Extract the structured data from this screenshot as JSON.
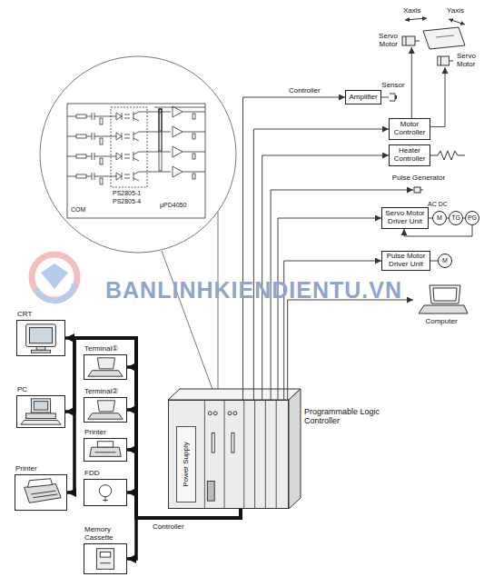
{
  "diagram": {
    "nodes": [
      {
        "text": [
          "Amplifier"
        ]
      },
      {
        "text": [
          "Sensor"
        ]
      },
      {
        "text": [
          "Servo Motor"
        ]
      },
      {
        "text": [
          "Servo Motor"
        ]
      },
      {
        "text": [
          "Motor Controller"
        ]
      },
      {
        "text": [
          "Heater Controller"
        ]
      },
      {
        "text": [
          "Pulse Generator"
        ]
      },
      {
        "text": [
          "Servo Motor Driver Unit"
        ]
      },
      {
        "text": [
          "M"
        ]
      },
      {
        "text": [
          "TG"
        ]
      },
      {
        "text": [
          "PG"
        ]
      },
      {
        "text": [
          "Pulse Motor Driver Unit"
        ]
      },
      {
        "text": [
          "M"
        ]
      },
      {
        "text": [
          "Computer"
        ]
      },
      {
        "text": [
          "CRT"
        ]
      },
      {
        "text": [
          "Terminal①"
        ]
      },
      {
        "text": [
          "PC"
        ]
      },
      {
        "text": [
          "Terminal②"
        ]
      },
      {
        "text": [
          "Printer"
        ]
      },
      {
        "text": [
          "Printer"
        ]
      },
      {
        "text": [
          "FDD"
        ]
      },
      {
        "text": [
          "Memory Cassette"
        ]
      },
      {
        "text": [
          "Programmable Logic Controller"
        ]
      },
      {
        "text": [
          "Power Supply"
        ],
        "in": 22
      }
    ],
    "edges": [
      {
        "from": 22,
        "to": 0,
        "arrow": "to"
      },
      {
        "from": 0,
        "to": 1,
        "arrow": "none"
      },
      {
        "from": 22,
        "to": 4,
        "arrow": "to"
      },
      {
        "from": 4,
        "to": 2,
        "arrow": "to"
      },
      {
        "from": 4,
        "to": 3,
        "arrow": "to"
      },
      {
        "from": 22,
        "to": 5,
        "arrow": "to"
      },
      {
        "from": 22,
        "to": 6,
        "arrow": "to"
      },
      {
        "from": 22,
        "to": 7,
        "arrow": "to"
      },
      {
        "from": 7,
        "to": 8,
        "arrow": "none"
      },
      {
        "from": 8,
        "to": 9,
        "arrow": "none"
      },
      {
        "from": 9,
        "to": 10,
        "arrow": "none"
      },
      {
        "from": 10,
        "to": 7,
        "arrow": "to"
      },
      {
        "from": 22,
        "to": 11,
        "arrow": "to"
      },
      {
        "from": 11,
        "to": 12,
        "arrow": "none"
      },
      {
        "from": 22,
        "to": 13,
        "arrow": "to"
      },
      {
        "from": 22,
        "to": 14,
        "arrow": "to"
      },
      {
        "from": 22,
        "to": 15,
        "arrow": "to"
      },
      {
        "from": 22,
        "to": 16,
        "arrow": "to"
      },
      {
        "from": 22,
        "to": 17,
        "arrow": "to"
      },
      {
        "from": 22,
        "to": 18,
        "arrow": "to"
      },
      {
        "from": 22,
        "to": 19,
        "arrow": "to"
      },
      {
        "from": 22,
        "to": 20,
        "arrow": "to"
      },
      {
        "from": 22,
        "to": 21,
        "arrow": "to"
      }
    ],
    "labels": [
      "Controller",
      "Xaxis",
      "Yaxis",
      "AC DC",
      "COM",
      "PS2805-1",
      "PS2805-4",
      "μPD4050",
      "Controller",
      "BANLINHKIENDIENTU.VN"
    ]
  }
}
